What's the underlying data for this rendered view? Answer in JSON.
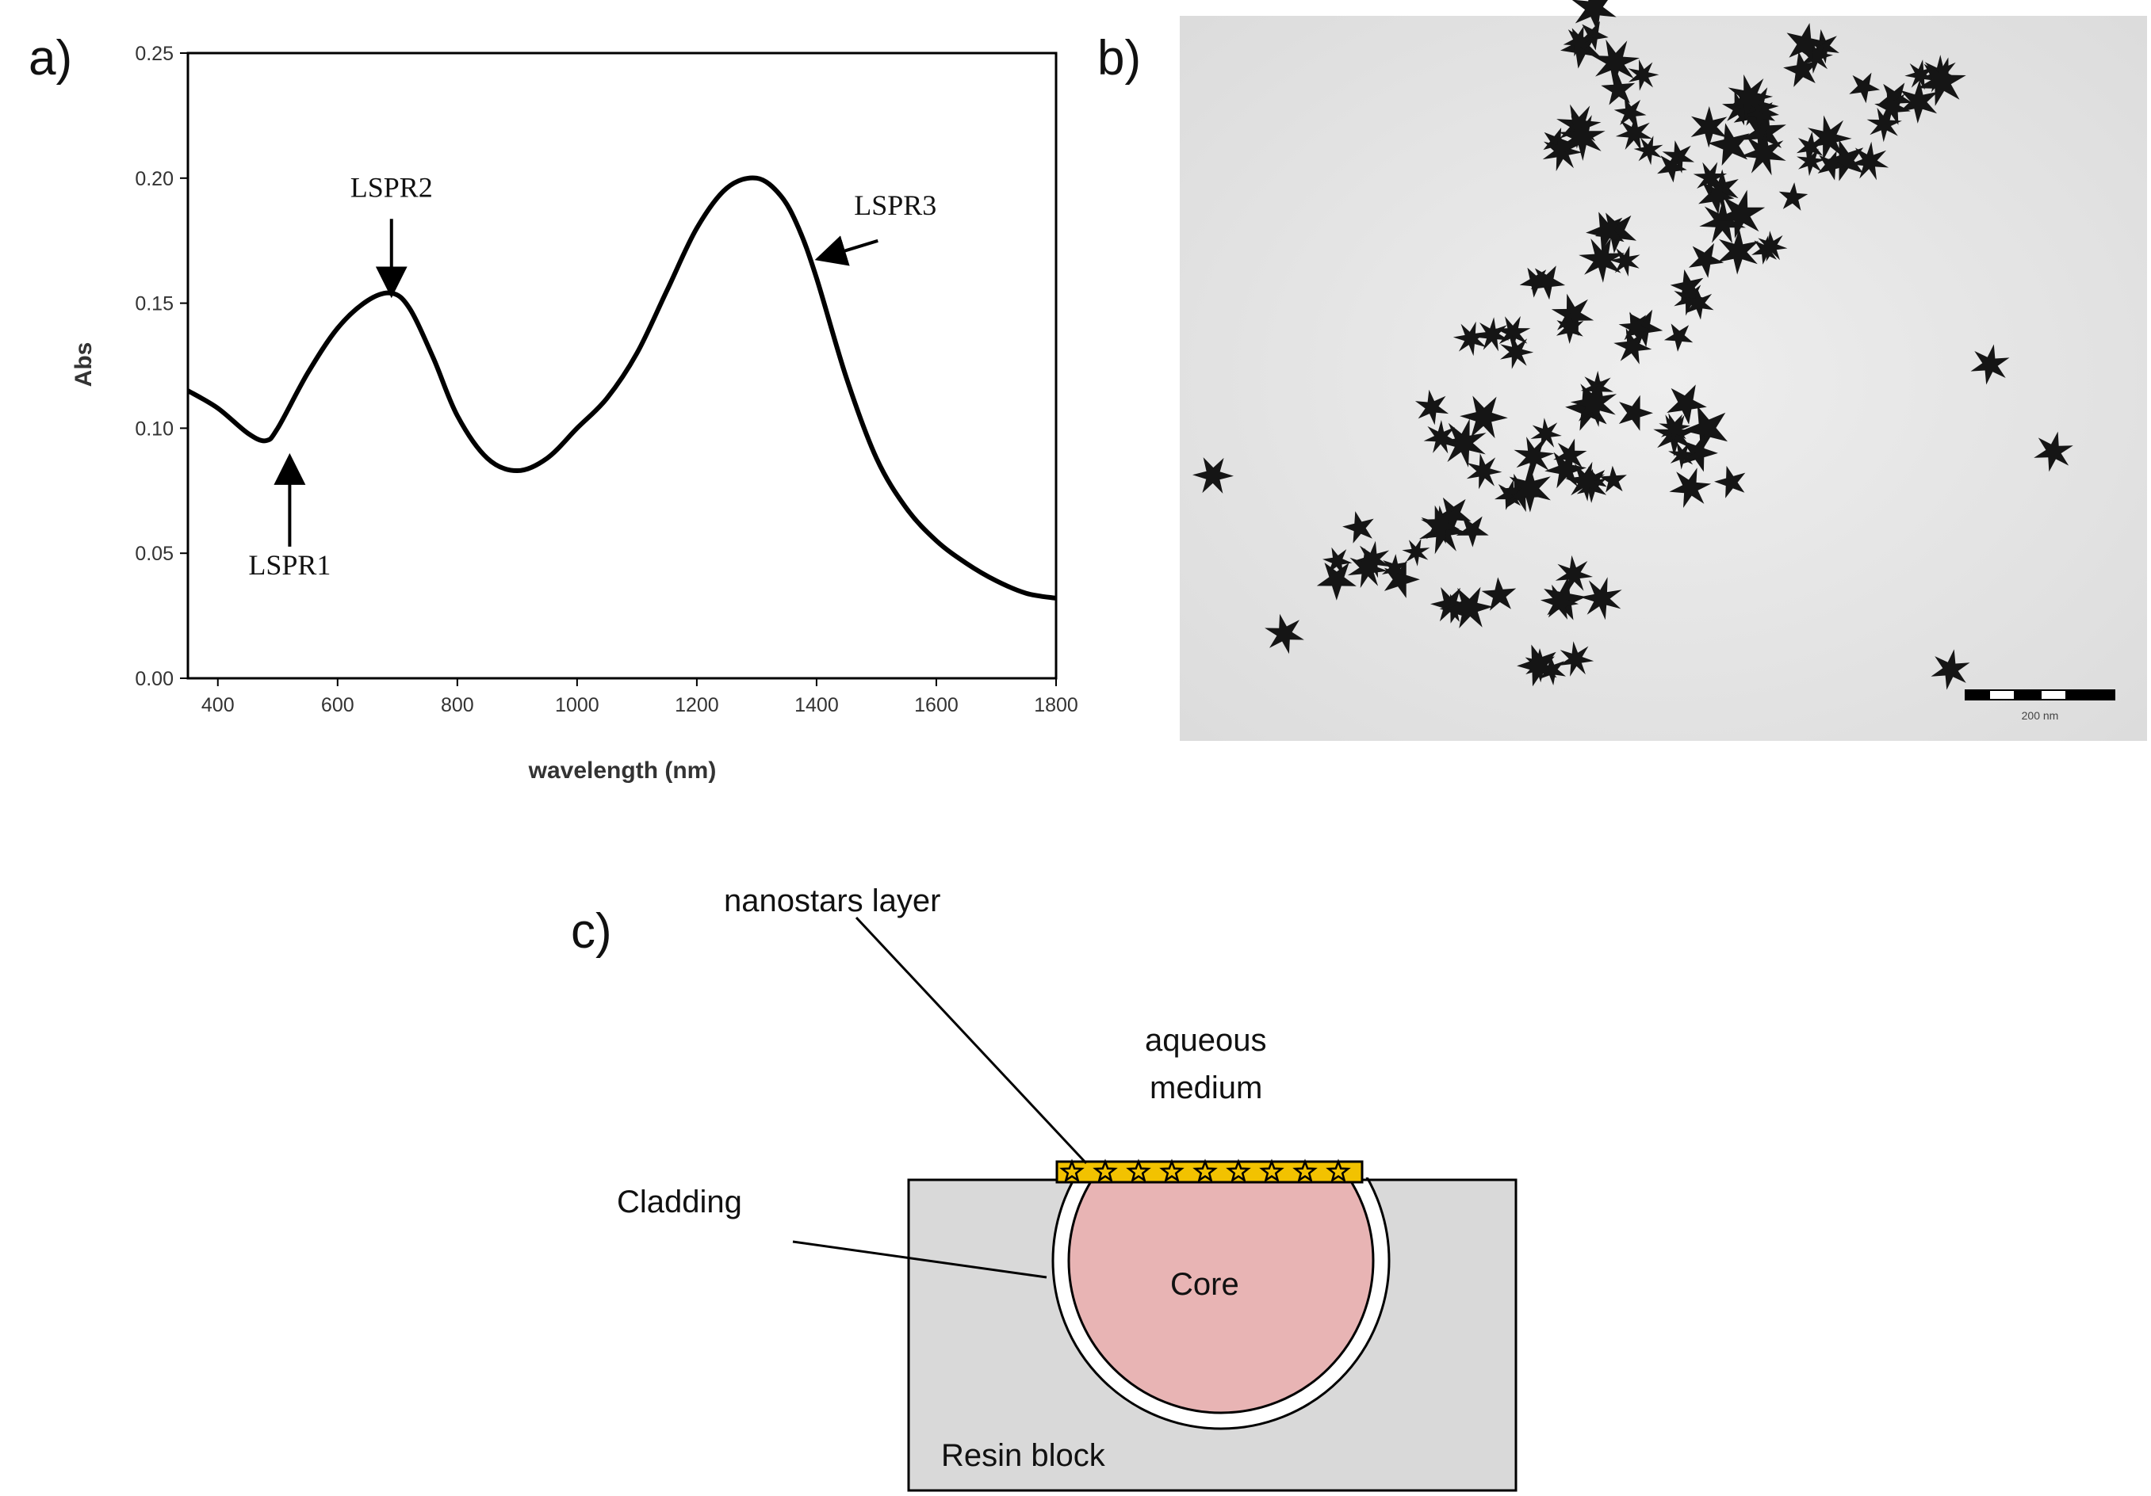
{
  "panels": {
    "a": {
      "label": "a)"
    },
    "b": {
      "label": "b)",
      "scale_bar_text": "200 nm"
    },
    "c": {
      "label": "c)",
      "labels": {
        "nanostars_layer": "nanostars layer",
        "aqueous": "aqueous",
        "medium": "medium",
        "cladding": "Cladding",
        "core": "Core",
        "resin_block": "Resin block"
      },
      "colors": {
        "resin": "#d9d9d9",
        "core": "#e8b4b4",
        "cladding": "#ffffff",
        "layer": "#f2c200"
      }
    }
  },
  "chart_data": {
    "type": "line",
    "title": "",
    "xlabel": "wavelength (nm)",
    "ylabel": "Abs",
    "xlim": [
      350,
      1800
    ],
    "ylim": [
      0,
      0.25
    ],
    "xticks": [
      400,
      600,
      800,
      1000,
      1200,
      1400,
      1600,
      1800
    ],
    "yticks": [
      "0.00",
      "0.05",
      "0.10",
      "0.15",
      "0.20",
      "0.25"
    ],
    "grid": false,
    "series": [
      {
        "x": [
          350,
          400,
          450,
          480,
          500,
          550,
          600,
          650,
          690,
          720,
          760,
          800,
          850,
          900,
          950,
          1000,
          1050,
          1100,
          1150,
          1200,
          1250,
          1300,
          1340,
          1370,
          1400,
          1450,
          1500,
          1550,
          1600,
          1650,
          1700,
          1750,
          1800
        ],
        "y": [
          0.115,
          0.108,
          0.098,
          0.095,
          0.1,
          0.122,
          0.14,
          0.151,
          0.154,
          0.148,
          0.128,
          0.105,
          0.088,
          0.083,
          0.088,
          0.1,
          0.112,
          0.13,
          0.155,
          0.18,
          0.196,
          0.2,
          0.193,
          0.18,
          0.16,
          0.12,
          0.088,
          0.068,
          0.055,
          0.046,
          0.039,
          0.034,
          0.032
        ]
      }
    ],
    "annotations": [
      {
        "text": "LSPR1",
        "x": 520,
        "y": 0.097
      },
      {
        "text": "LSPR2",
        "x": 690,
        "y": 0.152
      },
      {
        "text": "LSPR3",
        "x": 1370,
        "y": 0.168
      }
    ]
  }
}
